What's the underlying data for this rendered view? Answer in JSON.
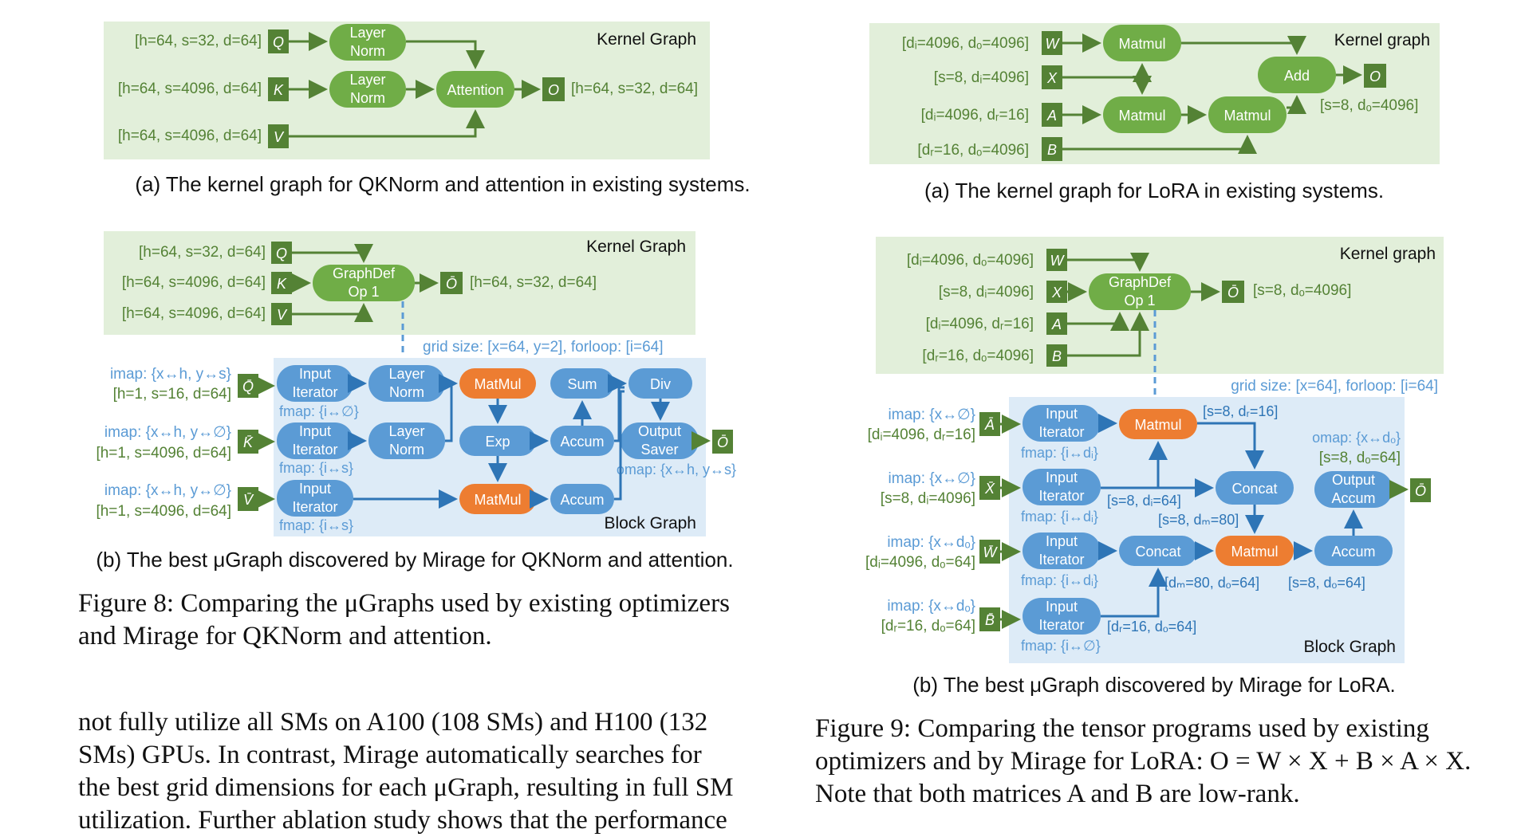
{
  "fig8": {
    "a": {
      "panel_title": "Kernel Graph",
      "inputs": [
        {
          "shape": "[h=64, s=32, d=64]",
          "sym": "Q"
        },
        {
          "shape": "[h=64, s=4096, d=64]",
          "sym": "K"
        },
        {
          "shape": "[h=64, s=4096, d=64]",
          "sym": "V"
        }
      ],
      "layernorm_q": [
        "Layer",
        "Norm"
      ],
      "layernorm_k": [
        "Layer",
        "Norm"
      ],
      "attention": "Attention",
      "out_sym": "O",
      "out_shape": "[h=64, s=32, d=64]",
      "caption": "(a) The kernel graph for QKNorm and attention in existing systems."
    },
    "b": {
      "kernel_title": "Kernel Graph",
      "inputs": [
        {
          "shape": "[h=64, s=32, d=64]",
          "sym": "Q"
        },
        {
          "shape": "[h=64, s=4096, d=64]",
          "sym": "K"
        },
        {
          "shape": "[h=64, s=4096, d=64]",
          "sym": "V"
        }
      ],
      "graphdef": [
        "GraphDef",
        "Op 1"
      ],
      "out_sym": "Ō",
      "out_shape": "[h=64, s=32, d=64]",
      "grid": "grid size: [x=64, y=2], forloop: [i=64]",
      "block_title": "Block Graph",
      "block_inputs": [
        {
          "imap": "imap: {x↔h, y↔s}",
          "shape": "[h=1, s=16, d=64]",
          "sym": "Q̄",
          "fmap": "fmap: {i↔∅}"
        },
        {
          "imap": "imap: {x↔h, y↔∅}",
          "shape": "[h=1, s=4096, d=64]",
          "sym": "K̄",
          "fmap": "fmap: {i↔s}"
        },
        {
          "imap": "imap: {x↔h, y↔∅}",
          "shape": "[h=1, s=4096, d=64]",
          "sym": "V̄",
          "fmap": "fmap: {i↔s}"
        }
      ],
      "input_iterator": [
        "Input",
        "Iterator"
      ],
      "layer_norm": [
        "Layer",
        "Norm"
      ],
      "matmul": "MatMul",
      "exp": "Exp",
      "sum": "Sum",
      "accum": "Accum",
      "div": "Div",
      "output_saver": [
        "Output",
        "Saver"
      ],
      "omap": "omap: {x↔h, y↔s}",
      "caption": "(b) The best μGraph discovered by Mirage for QKNorm and attention."
    },
    "figcaption": [
      "Figure 8: Comparing the μGraphs used by existing optimizers",
      "and Mirage for QKNorm and attention."
    ]
  },
  "fig9": {
    "a": {
      "panel_title": "Kernel graph",
      "inputs": [
        {
          "shape": "[dᵢ=4096, dₒ=4096]",
          "sym": "W"
        },
        {
          "shape": "[s=8, dᵢ=4096]",
          "sym": "X"
        },
        {
          "shape": "[dᵢ=4096, dᵣ=16]",
          "sym": "A"
        },
        {
          "shape": "[dᵣ=16, dₒ=4096]",
          "sym": "B"
        }
      ],
      "matmul": "Matmul",
      "add": "Add",
      "out_sym": "O",
      "out_shape": "[s=8, dₒ=4096]",
      "caption": "(a) The kernel graph for LoRA in existing systems."
    },
    "b": {
      "kernel_title": "Kernel graph",
      "inputs": [
        {
          "shape": "[dᵢ=4096, dₒ=4096]",
          "sym": "W"
        },
        {
          "shape": "[s=8, dᵢ=4096]",
          "sym": "X"
        },
        {
          "shape": "[dᵢ=4096, dᵣ=16]",
          "sym": "A"
        },
        {
          "shape": "[dᵣ=16, dₒ=4096]",
          "sym": "B"
        }
      ],
      "graphdef": [
        "GraphDef",
        "Op 1"
      ],
      "out_sym": "Ō",
      "out_shape": "[s=8, dₒ=4096]",
      "grid": "grid size: [x=64], forloop: [i=64]",
      "block_title": "Block Graph",
      "block_inputs": [
        {
          "imap": "imap: {x↔∅}",
          "shape": "[dᵢ=4096, dᵣ=16]",
          "sym": "Ā",
          "fmap": "fmap: {i↔dᵢ}"
        },
        {
          "imap": "imap: {x↔∅}",
          "shape": "[s=8, dᵢ=4096]",
          "sym": "X̄",
          "fmap": "fmap: {i↔dᵢ}"
        },
        {
          "imap": "imap: {x↔dₒ}",
          "shape": "[dᵢ=4096, dₒ=64]",
          "sym": "W̄",
          "fmap": "fmap: {i↔dᵢ}"
        },
        {
          "imap": "imap: {x↔dₒ}",
          "shape": "[dᵣ=16, dₒ=64]",
          "sym": "B̄",
          "fmap": "fmap: {i↔∅}"
        }
      ],
      "input_iterator": [
        "Input",
        "Iterator"
      ],
      "matmul": "Matmul",
      "concat": "Concat",
      "accum": "Accum",
      "output_accum": [
        "Output",
        "Accum"
      ],
      "omap": "omap: {x↔dₒ}",
      "omap_shape": "[s=8, dₒ=64]",
      "edge_labels": {
        "e1": "[s=8, dᵣ=16]",
        "e2": "[s=8, dᵢ=64]",
        "e3": "[s=8, dₘ=80]",
        "e4": "[dₘ=80, dₒ=64]",
        "e5": "[s=8, dₒ=64]",
        "e6": "[dᵣ=16, dₒ=64]"
      },
      "caption": "(b) The best μGraph discovered by Mirage for LoRA."
    },
    "figcaption": [
      "Figure 9: Comparing the tensor programs used by existing",
      "optimizers and by Mirage for LoRA: O = W × X + B × A × X.",
      "Note that both matrices A and B are low-rank."
    ]
  },
  "body_text": [
    "not fully utilize all SMs on A100 (108 SMs) and H100 (132",
    "SMs) GPUs. In contrast, Mirage automatically searches for",
    "the best grid dimensions for each μGraph, resulting in full SM",
    "utilization. Further ablation study shows that the performance"
  ]
}
